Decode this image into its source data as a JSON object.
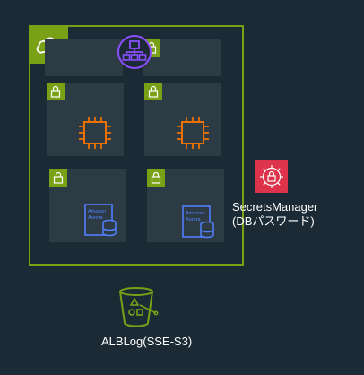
{
  "secrets": {
    "line1": "SecretsManager",
    "line2": "(DBパスワード)"
  },
  "bucket": {
    "label": "ALBLog(SSE-S3)"
  },
  "aurora": {
    "word1": "Amazon",
    "word2": "Aurora"
  },
  "colors": {
    "background": "#1b2a34",
    "vpc_border": "#7aa116",
    "subnet_fill": "#2c3b44",
    "ec2": "#ed7100",
    "aurora": "#527fff",
    "elb": "#8c4fff",
    "secrets": "#dd344c",
    "s3": "#7aa116"
  },
  "icons": [
    "vpc-cloud-icon",
    "subnet-lock-icon",
    "load-balancer-icon",
    "ec2-chip-icon",
    "aurora-database-icon",
    "secrets-manager-icon",
    "s3-bucket-icon"
  ]
}
